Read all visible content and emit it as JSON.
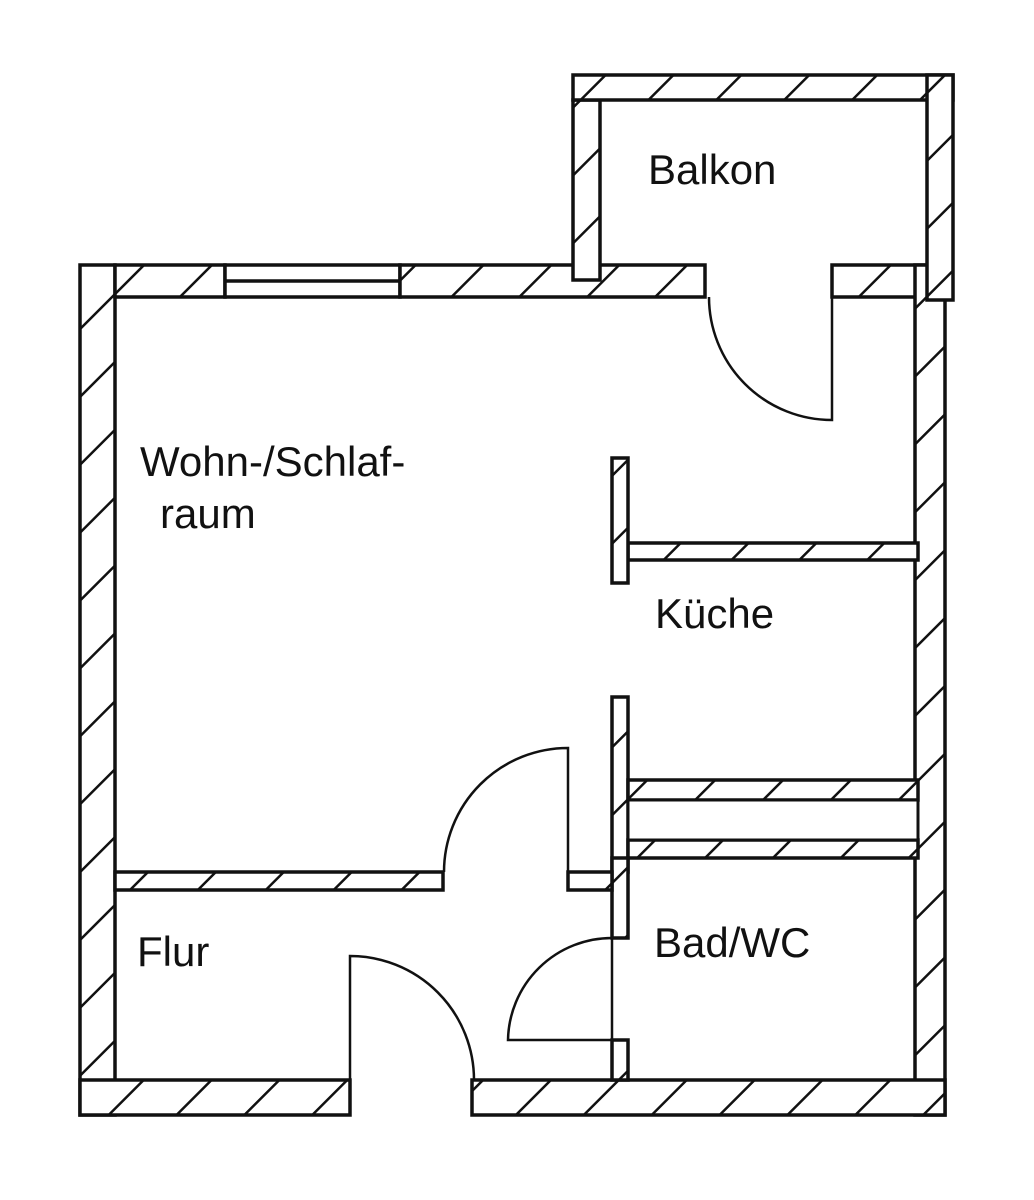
{
  "plan": {
    "colors": {
      "line": "#111111",
      "background": "#ffffff"
    },
    "rooms": {
      "balkon": "Balkon",
      "wohn_line1": "Wohn-/Schlaf-",
      "wohn_line2": "raum",
      "kueche": "Küche",
      "flur": "Flur",
      "bad": "Bad/WC"
    }
  }
}
